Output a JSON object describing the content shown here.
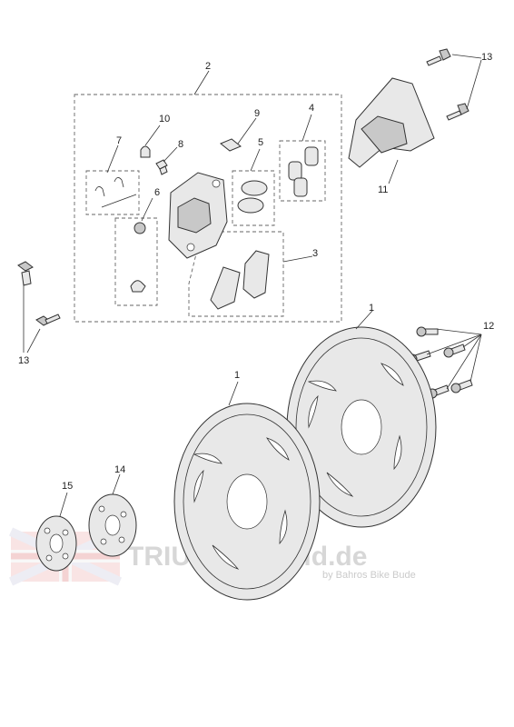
{
  "callouts": {
    "c1a": "1",
    "c1b": "1",
    "c2": "2",
    "c3": "3",
    "c4": "4",
    "c5": "5",
    "c6": "6",
    "c7": "7",
    "c8": "8",
    "c9": "9",
    "c10": "10",
    "c11": "11",
    "c12": "12",
    "c13a": "13",
    "c13b": "13",
    "c14": "14",
    "c15": "15"
  },
  "watermark": {
    "brand": "TRIUMPHWorld.de",
    "tagline": "by Bahros Bike Bude"
  },
  "colors": {
    "line": "#333333",
    "part_fill": "#e8e8e8",
    "watermark": "#bdbdbd"
  }
}
